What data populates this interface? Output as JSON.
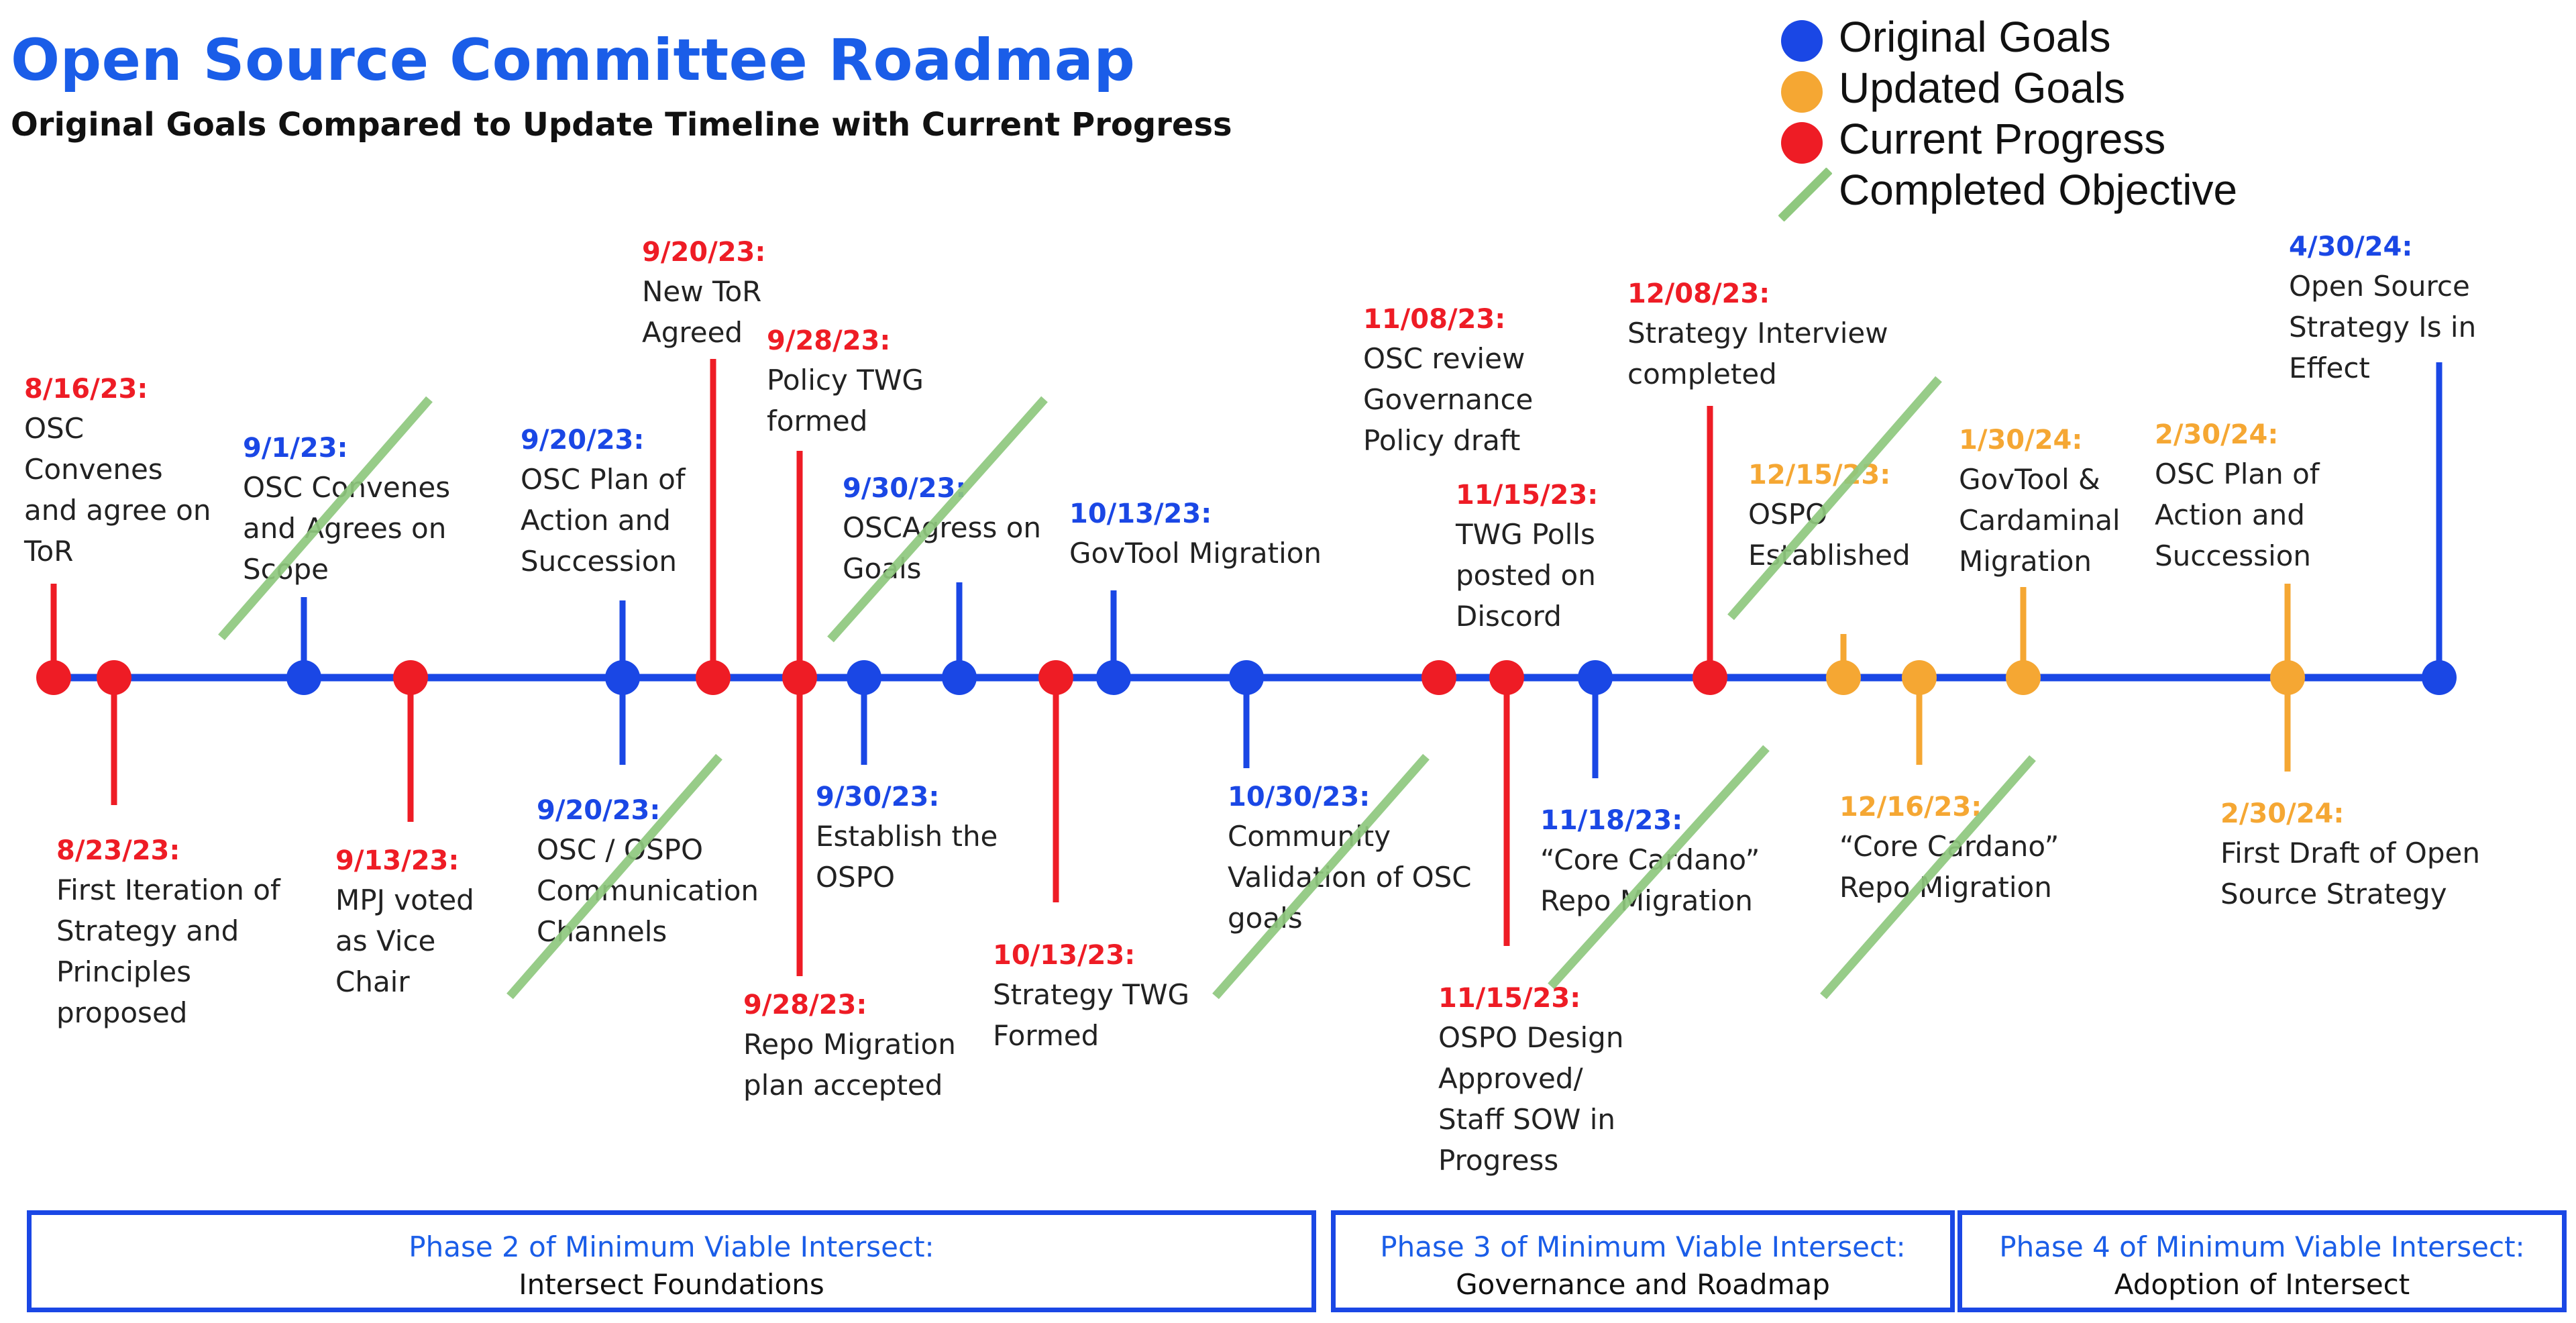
{
  "title": "Open Source Committee Roadmap",
  "subtitle": "Original Goals Compared to Update Timeline with Current Progress",
  "colors": {
    "original": "#1a47e5",
    "updated": "#f5a733",
    "progress": "#ee1c25",
    "completed": "#8fc87e",
    "title": "#1a5de8"
  },
  "legend": [
    {
      "label": "Original Goals",
      "kind": "dot",
      "color": "#1a47e5"
    },
    {
      "label": "Updated Goals",
      "kind": "dot",
      "color": "#f5a733"
    },
    {
      "label": "Current Progress",
      "kind": "dot",
      "color": "#ee1c25"
    },
    {
      "label": "Completed Objective",
      "kind": "slash",
      "color": "#8fc87e"
    }
  ],
  "milestones": [
    {
      "date": "8/16/23:",
      "text": [
        "OSC",
        "Convenes",
        "and agree on",
        "ToR"
      ],
      "status": "progress",
      "side": "above",
      "completed": false
    },
    {
      "date": "8/23/23:",
      "text": [
        "First Iteration of",
        "Strategy and",
        "Principles",
        "proposed"
      ],
      "status": "progress",
      "side": "below",
      "completed": false
    },
    {
      "date": "9/1/23:",
      "text": [
        "OSC Convenes",
        "and Agrees on",
        "Scope"
      ],
      "status": "original",
      "side": "above",
      "completed": true
    },
    {
      "date": "9/13/23:",
      "text": [
        "MPJ voted",
        "as Vice",
        "Chair"
      ],
      "status": "progress",
      "side": "below",
      "completed": false
    },
    {
      "date": "9/20/23:",
      "text": [
        "OSC Plan of",
        "Action and",
        "Succession"
      ],
      "status": "original",
      "side": "above",
      "completed": false
    },
    {
      "date": "9/20/23:",
      "text": [
        "OSC / OSPO",
        "Communication",
        "Channels"
      ],
      "status": "original",
      "side": "below",
      "completed": true
    },
    {
      "date": "9/20/23:",
      "text": [
        "New ToR",
        "Agreed"
      ],
      "status": "progress",
      "side": "above",
      "completed": false
    },
    {
      "date": "9/28/23:",
      "text": [
        "Policy TWG",
        "formed"
      ],
      "status": "progress",
      "side": "above",
      "completed": false
    },
    {
      "date": "9/28/23:",
      "text": [
        "Repo Migration",
        "plan accepted"
      ],
      "status": "progress",
      "side": "below",
      "completed": false
    },
    {
      "date": "9/30/23:",
      "text": [
        "Establish the",
        "OSPO"
      ],
      "status": "original",
      "side": "below",
      "completed": false
    },
    {
      "date": "9/30/23:",
      "text": [
        "OSCAgress on",
        "Goals"
      ],
      "status": "original",
      "side": "above",
      "completed": true
    },
    {
      "date": "10/13/23:",
      "text": [
        "Strategy TWG",
        "Formed"
      ],
      "status": "progress",
      "side": "below",
      "completed": false
    },
    {
      "date": "10/13/23:",
      "text": [
        "GovTool Migration"
      ],
      "status": "original",
      "side": "above",
      "completed": false
    },
    {
      "date": "10/30/23:",
      "text": [
        "Community",
        "Validation of OSC",
        "goals"
      ],
      "status": "original",
      "side": "below",
      "completed": true
    },
    {
      "date": "11/08/23:",
      "text": [
        "OSC review",
        "Governance",
        "Policy draft"
      ],
      "status": "progress",
      "side": "above",
      "completed": false
    },
    {
      "date": "11/15/23:",
      "text": [
        "TWG Polls",
        "posted on",
        "Discord"
      ],
      "status": "progress",
      "side": "above",
      "completed": false
    },
    {
      "date": "11/15/23:",
      "text": [
        "OSPO Design",
        "Approved/",
        "Staff SOW in",
        "Progress"
      ],
      "status": "progress",
      "side": "below",
      "completed": false
    },
    {
      "date": "11/18/23:",
      "text": [
        "“Core Cardano”",
        "Repo Migration"
      ],
      "status": "original",
      "side": "below",
      "completed": true
    },
    {
      "date": "12/08/23:",
      "text": [
        "Strategy Interview",
        "completed"
      ],
      "status": "progress",
      "side": "above",
      "completed": false
    },
    {
      "date": "12/15/23:",
      "text": [
        "OSPO",
        "Established"
      ],
      "status": "updated",
      "side": "above",
      "completed": true
    },
    {
      "date": "12/16/23:",
      "text": [
        "“Core Cardano”",
        "Repo Migration"
      ],
      "status": "updated",
      "side": "below",
      "completed": true
    },
    {
      "date": "1/30/24:",
      "text": [
        "GovTool &",
        "Cardaminal",
        "Migration"
      ],
      "status": "updated",
      "side": "above",
      "completed": false
    },
    {
      "date": "2/30/24:",
      "text": [
        "OSC Plan of",
        "Action and",
        "Succession"
      ],
      "status": "updated",
      "side": "above",
      "completed": false
    },
    {
      "date": "2/30/24:",
      "text": [
        "First Draft of Open",
        "Source Strategy"
      ],
      "status": "updated",
      "side": "below",
      "completed": false
    },
    {
      "date": "4/30/24:",
      "text": [
        "Open Source",
        "Strategy Is in",
        "Effect"
      ],
      "status": "original",
      "side": "above",
      "completed": false
    }
  ],
  "phases": [
    {
      "title": "Phase 2 of Minimum Viable Intersect:",
      "subtitle": "Intersect Foundations"
    },
    {
      "title": "Phase 3 of Minimum Viable Intersect:",
      "subtitle": "Governance and Roadmap"
    },
    {
      "title": "Phase 4 of Minimum Viable Intersect:",
      "subtitle": "Adoption of Intersect"
    }
  ]
}
